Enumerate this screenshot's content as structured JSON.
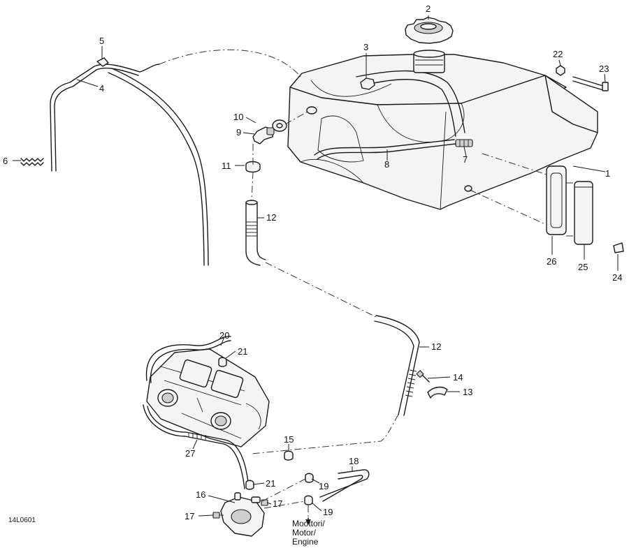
{
  "diagram": {
    "drawing_code": "14L0601",
    "engine_note": [
      "Moottori/",
      "Motor/",
      "Engine"
    ],
    "callouts": {
      "c1": "1",
      "c2": "2",
      "c3": "3",
      "c4": "4",
      "c5": "5",
      "c6": "6",
      "c7": "7",
      "c8": "8",
      "c9": "9",
      "c10": "10",
      "c11": "11",
      "c12a": "12",
      "c12b": "12",
      "c13": "13",
      "c14": "14",
      "c15": "15",
      "c16": "16",
      "c17a": "17",
      "c17b": "17",
      "c18": "18",
      "c19a": "19",
      "c19b": "19",
      "c20": "20",
      "c21a": "21",
      "c21b": "21",
      "c22": "22",
      "c23": "23",
      "c24": "24",
      "c25": "25",
      "c26": "26",
      "c27": "27"
    }
  }
}
